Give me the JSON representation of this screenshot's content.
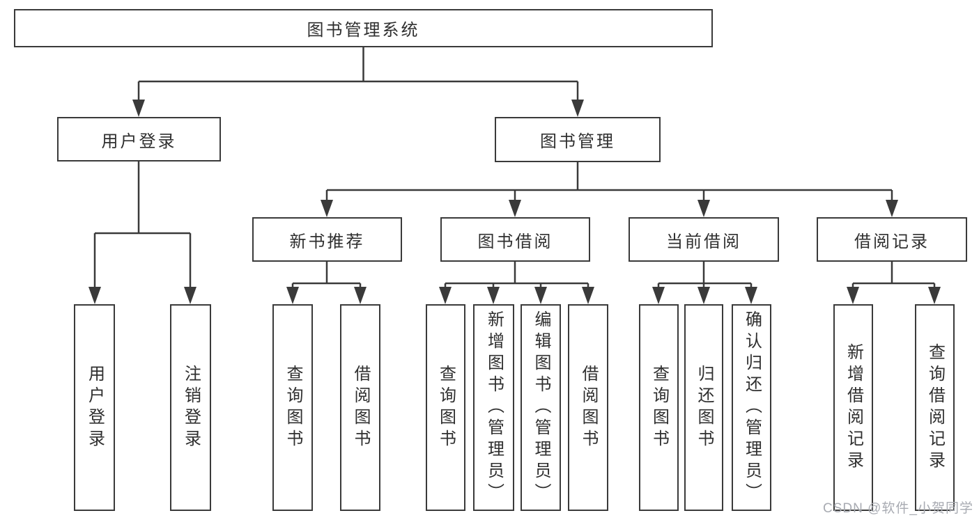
{
  "diagram_title": "图书管理系统",
  "nodes": {
    "root": "图书管理系统",
    "l2_user_login": "用户登录",
    "l2_book_management": "图书管理",
    "l3_new_book_recommend": "新书推荐",
    "l3_book_borrowing": "图书借阅",
    "l3_current_borrowing": "当前借阅",
    "l3_borrowing_records": "借阅记录",
    "leaf_user_login": "用户登录",
    "leaf_logout": "注销登录",
    "leaf_nb_query_book": "查询图书",
    "leaf_nb_borrow_book": "借阅图书",
    "leaf_bb_query_book": "查询图书",
    "leaf_bb_add_book_admin": "新增图书（管理员）",
    "leaf_bb_edit_book_admin": "编辑图书（管理员）",
    "leaf_bb_borrow_book": "借阅图书",
    "leaf_cb_query_book": "查询图书",
    "leaf_cb_return_book": "归还图书",
    "leaf_cb_confirm_return_admin": "确认归还（管理员）",
    "leaf_br_add_record": "新增借阅记录",
    "leaf_br_query_record": "查询借阅记录"
  },
  "structure": {
    "图书管理系统": [
      "用户登录",
      "图书管理"
    ],
    "用户登录": [
      "用户登录",
      "注销登录"
    ],
    "图书管理": [
      "新书推荐",
      "图书借阅",
      "当前借阅",
      "借阅记录"
    ],
    "新书推荐": [
      "查询图书",
      "借阅图书"
    ],
    "图书借阅": [
      "查询图书",
      "新增图书（管理员）",
      "编辑图书（管理员）",
      "借阅图书"
    ],
    "当前借阅": [
      "查询图书",
      "归还图书",
      "确认归还（管理员）"
    ],
    "借阅记录": [
      "新增借阅记录",
      "查询借阅记录"
    ]
  },
  "colors": {
    "line": "#3a3a3a",
    "text": "#2f2f2f",
    "background": "#ffffff",
    "watermark_text": "#a8abb2"
  },
  "watermark": "CSDN @软件_小贺同学"
}
